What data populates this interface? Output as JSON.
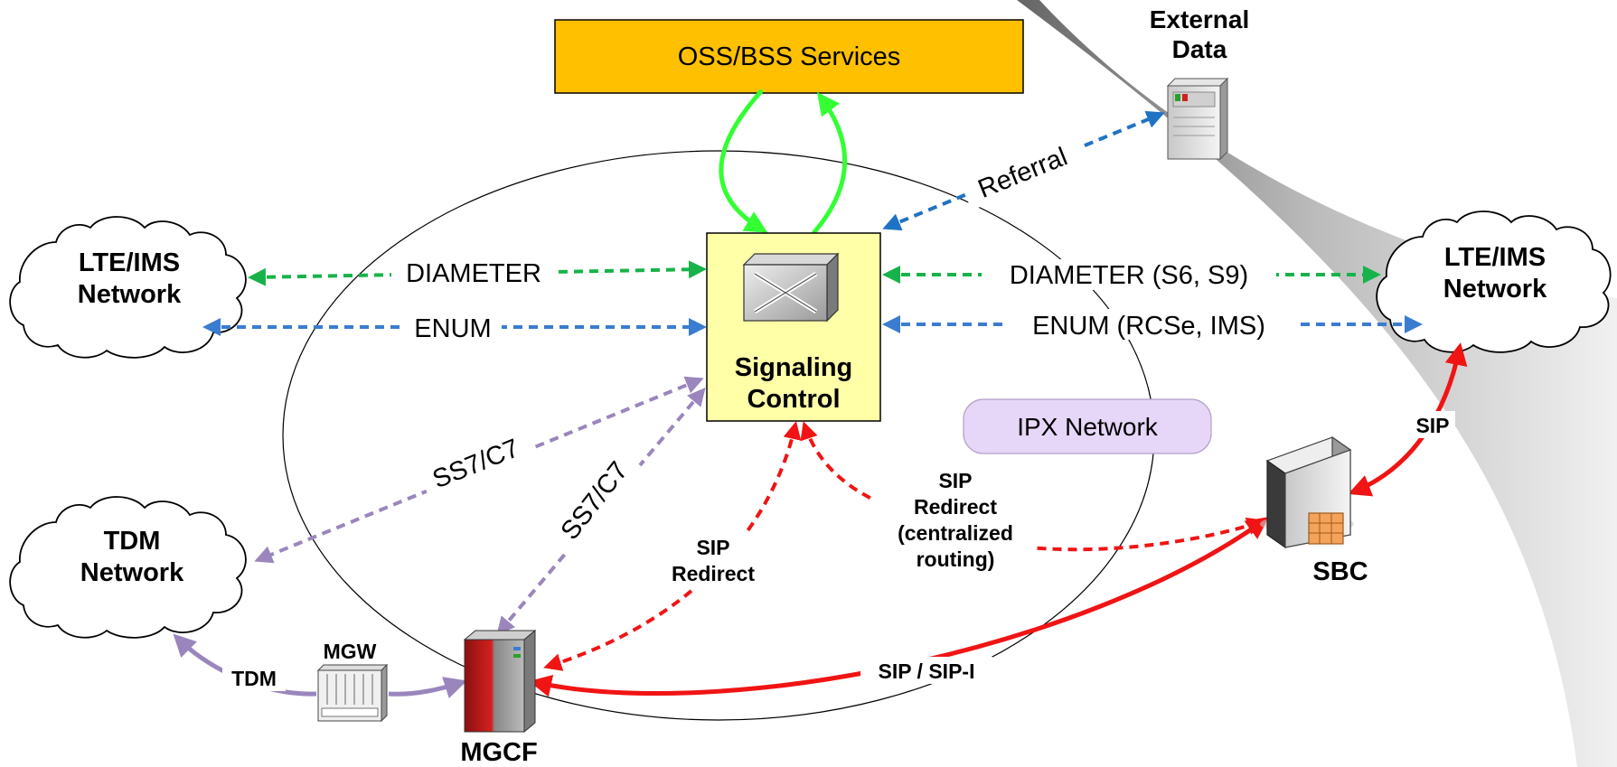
{
  "boxes": {
    "oss_bss": "OSS/BSS Services",
    "signaling": [
      "Signaling",
      "Control"
    ],
    "ipx": "IPX Network"
  },
  "clouds": {
    "lte_left": [
      "LTE/IMS",
      "Network"
    ],
    "lte_right": [
      "LTE/IMS",
      "Network"
    ],
    "tdm": [
      "TDM",
      "Network"
    ]
  },
  "nodes": {
    "external_data": [
      "External",
      "Data"
    ],
    "sbc": "SBC",
    "mgcf": "MGCF",
    "mgw": "MGW"
  },
  "links": {
    "diameter_left": "DIAMETER",
    "enum_left": "ENUM",
    "diameter_right": "DIAMETER (S6, S9)",
    "enum_right": "ENUM (RCSe, IMS)",
    "referral": "Referral",
    "ss7_tdm": "SS7/C7",
    "ss7_mgcf": "SS7/C7",
    "sip_redirect": [
      "SIP",
      "Redirect"
    ],
    "sip_redirect_central": [
      "SIP",
      "Redirect",
      "(centralized",
      "routing)"
    ],
    "sip_sip_i": "SIP / SIP-I",
    "sip_lte": "SIP",
    "tdm": "TDM"
  },
  "colors": {
    "oss_fill": "#FFC000",
    "signaling_fill": "#FFFFA8",
    "ipx_fill": "#E6D6F7",
    "diameter": "#17B34A",
    "enum": "#3A7CD0",
    "ss7": "#9A86BD",
    "sip": "#F01414",
    "oss_loop": "#33FF33",
    "referral": "#1F73C4"
  }
}
